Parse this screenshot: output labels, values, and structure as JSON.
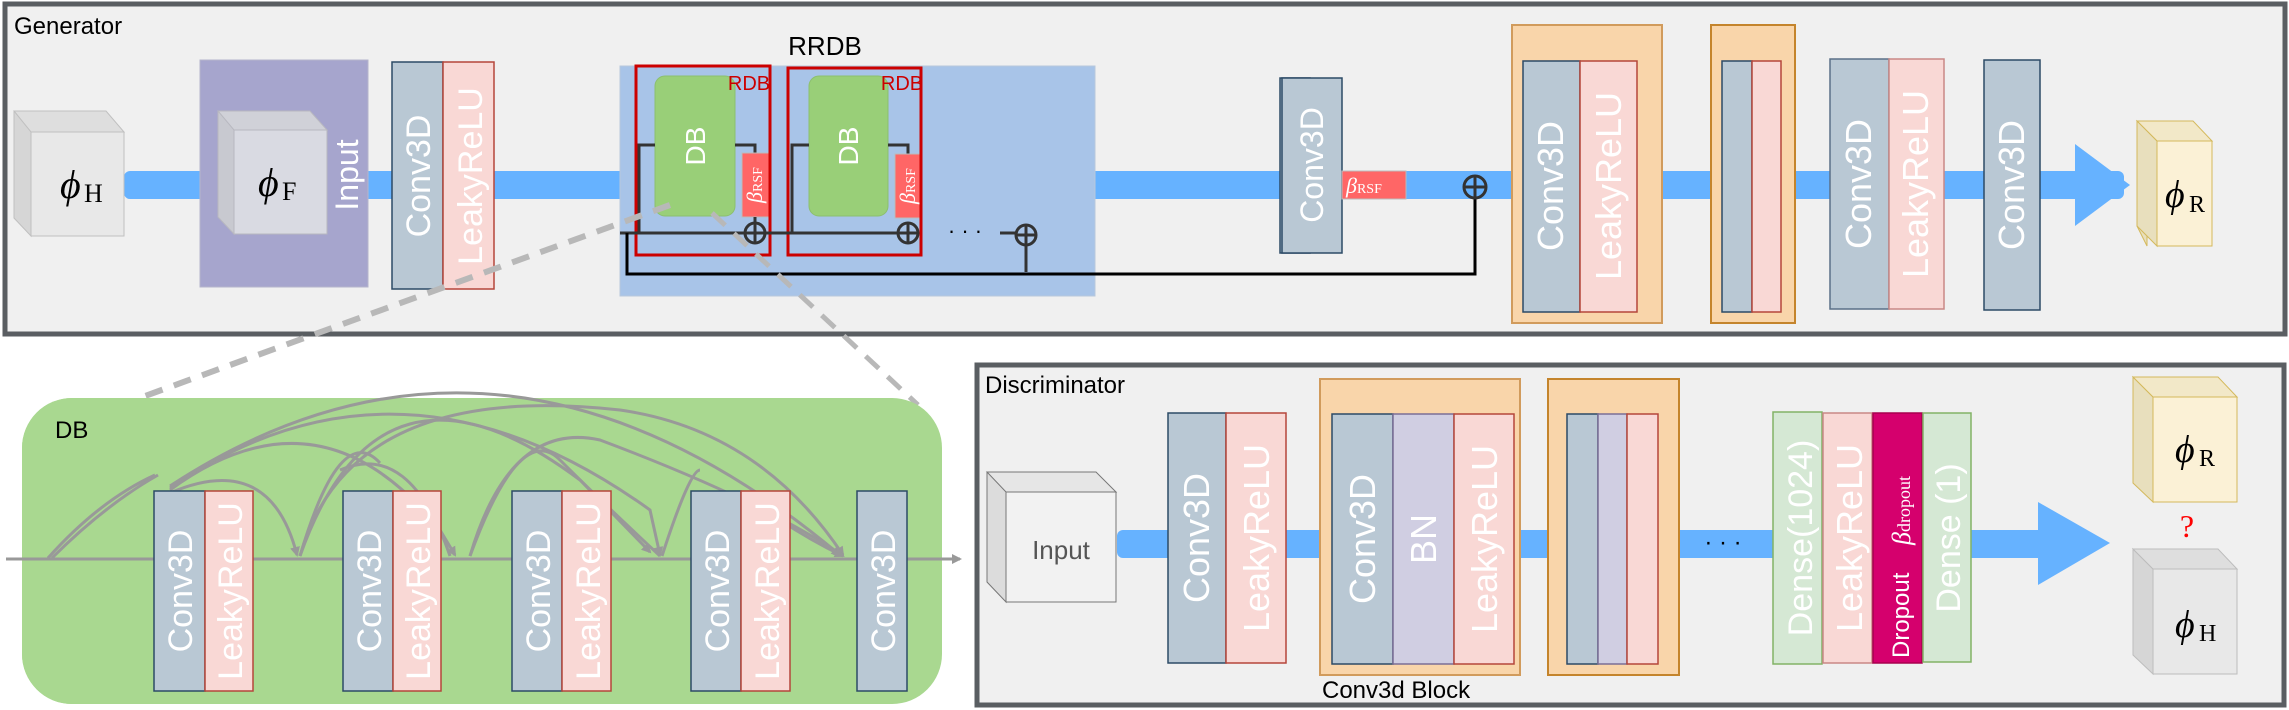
{
  "generator": {
    "title": "Generator",
    "input_cube": {
      "symbol": "ϕ",
      "subscript": "H"
    },
    "input_block": {
      "label": "Input",
      "symbol": "ϕ",
      "subscript": "F"
    },
    "first_layers": [
      "Conv3D",
      "LeakyReLU"
    ],
    "rrdb": {
      "title": "RRDB",
      "rdb_label": "RDB",
      "db_label": "DB",
      "beta_symbol": "β",
      "beta_subscript": "RSF",
      "ellipsis": "· · ·"
    },
    "post_conv": "Conv3D",
    "post_beta": {
      "symbol": "β",
      "subscript": "RSF"
    },
    "upsample_block_layers": [
      "Conv3D",
      "LeakyReLU"
    ],
    "final_layers": [
      "Conv3D",
      "LeakyReLU",
      "Conv3D"
    ],
    "output_cube": {
      "symbol": "ϕ",
      "subscript": "R"
    }
  },
  "db_detail": {
    "title": "DB",
    "layers": [
      "Conv3D",
      "LeakyReLU",
      "Conv3D",
      "LeakyReLU",
      "Conv3D",
      "LeakyReLU",
      "Conv3D",
      "LeakyReLU",
      "Conv3D"
    ]
  },
  "discriminator": {
    "title": "Discriminator",
    "input_label": "Input",
    "first_layers": [
      "Conv3D",
      "LeakyReLU"
    ],
    "block_layers": [
      "Conv3D",
      "BN",
      "LeakyReLU"
    ],
    "block_caption": "Conv3d Block",
    "ellipsis": "· · ·",
    "dense_layers": {
      "dense1": "Dense(1024)",
      "act": "LeakyReLU",
      "dropout": "Dropout",
      "dropout_beta": "β",
      "dropout_sub": "dropout",
      "dense2": "Dense (1)"
    },
    "output_real": {
      "symbol": "ϕ",
      "subscript": "R"
    },
    "question": "?",
    "output_hr": {
      "symbol": "ϕ",
      "subscript": "H"
    }
  },
  "colors": {
    "panel_bg": "#f0f0f0",
    "panel_border": "#5a5e62",
    "flow_arrow": "#66b2ff",
    "conv": "#b9c8d4",
    "conv_border": "#2c4a66",
    "relu": "#f9d8d5",
    "relu_border": "#b5463a",
    "bn": "#d0cee2",
    "block_bg": "#f9d5aa",
    "block_border": "#d19b5c",
    "rrdb_bg": "#a8c4e8",
    "rdb_border": "#cc0000",
    "db_green": "#99cf78",
    "db_panel": "#a9d890",
    "beta_red": "#ff6666",
    "input_purple": "#a6a5cd",
    "dense": "#d5e8d4",
    "dropout": "#d5006d",
    "cube_grey": "#e8e8e8",
    "cube_yellow": "#fbf1d6",
    "question": "#ff0000"
  }
}
